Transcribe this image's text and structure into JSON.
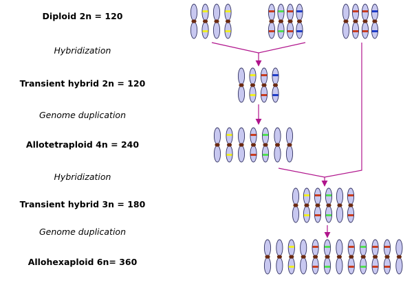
{
  "stages": [
    {
      "label": "Diploid 2n = 120"
    },
    {
      "label": "Transient hybrid 2n = 120"
    },
    {
      "label": "Allotetraploid 4n = 240"
    },
    {
      "label": "Transient hybrid 3n = 180"
    },
    {
      "label": "Allohexaploid 6n= 360"
    }
  ],
  "processes": [
    {
      "label": "Hybridization"
    },
    {
      "label": "Genome duplication"
    },
    {
      "label": "Hybridization"
    },
    {
      "label": "Genome duplication"
    }
  ],
  "colors": {
    "chromosome_fill": "#c8c8f0",
    "chromosome_outline": "#303060",
    "centromere": "#6b2a10",
    "arrow": "#b0148c",
    "band_yellow": "#f0f020",
    "band_red": "#c83c1e",
    "band_green": "#50e050",
    "band_blue": "#1e3cc8"
  },
  "groups": [
    {
      "bands": [
        "none",
        "yellow",
        "none",
        "yellow"
      ]
    },
    {
      "bands": [
        "red",
        "green",
        "red",
        "blue"
      ]
    },
    {
      "bands": [
        "none",
        "red",
        "red",
        "blue"
      ]
    },
    {
      "bands": [
        "none",
        "yellow",
        "red",
        "blue"
      ]
    },
    {
      "bands": [
        "none",
        "yellow",
        "none",
        "red",
        "green",
        "none",
        "none"
      ]
    },
    {
      "bands": [
        "none",
        "yellow",
        "red",
        "green",
        "none",
        "red"
      ]
    },
    {
      "bands": [
        "none",
        "none",
        "yellow",
        "none",
        "red",
        "green",
        "none",
        "red",
        "green",
        "red",
        "red",
        "none"
      ]
    }
  ]
}
